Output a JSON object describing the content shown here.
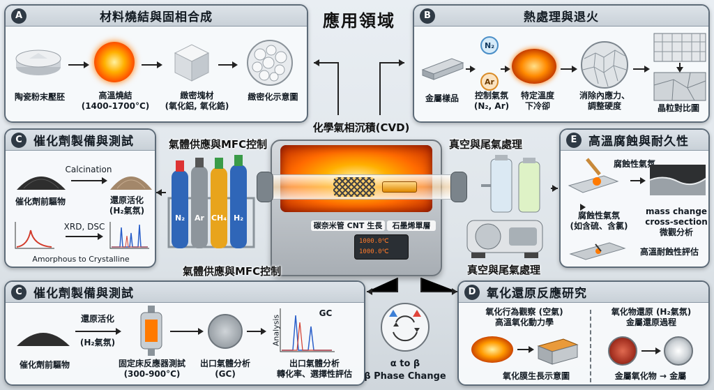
{
  "main_title": "應用領域",
  "cvd_title": "化學氣相沉積(CVD)",
  "center": {
    "gas_supply_top": "氣體供應與MFC控制",
    "gas_supply_bottom": "氣體供應與MFC控制",
    "vacuum_top": "真空與尾氣處理",
    "vacuum_bottom": "真空與尾氣處理",
    "cnt_label": "碳奈米管 CNT 生長",
    "graphene_label": "石墨烯單層",
    "cylinders": [
      "N₂",
      "Ar",
      "CH₄",
      "H₂"
    ],
    "display_1": "1000.0℃",
    "display_2": "1000.0℃"
  },
  "panel_a": {
    "badge": "A",
    "title": "材料燒結與固相合成",
    "steps": [
      {
        "lines": [
          "陶瓷粉末壓胚"
        ]
      },
      {
        "lines": [
          "高溫燒結",
          "(1400-1700°C)"
        ]
      },
      {
        "lines": [
          "緻密塊材",
          "(氧化鋁, 氧化鋯)"
        ]
      },
      {
        "lines": [
          "緻密化示意圖"
        ]
      }
    ]
  },
  "panel_b": {
    "badge": "B",
    "title": "熱處理與退火",
    "gas_n2": "N₂",
    "gas_ar": "Ar",
    "steps": [
      {
        "lines": [
          "金屬樣品"
        ]
      },
      {
        "lines": [
          "控制氣氛",
          "(N₂, Ar)"
        ]
      },
      {
        "lines": [
          "特定溫度",
          "下冷卻"
        ]
      },
      {
        "lines": [
          "消除內應力、",
          "調整硬度"
        ]
      },
      {
        "lines": [
          "晶粒對比圖"
        ]
      }
    ]
  },
  "panel_c1": {
    "badge": "C",
    "title": "催化劑製備與測試",
    "calcination": "Calcination",
    "precursor": "催化劑前驅物",
    "activated": [
      "還原活化",
      "(H₂氣氛)"
    ],
    "xrd": "XRD, DSC",
    "amorphous": "Amorphous to Crystalline"
  },
  "panel_e": {
    "badge": "E",
    "title": "高溫腐蝕與耐久性",
    "corrosive_top": "腐蝕性氣氛",
    "corrosive_mid": [
      "腐蝕性氣氛",
      "(如含硫、含氯)"
    ],
    "mass": [
      "mass change",
      "cross-section",
      "微觀分析"
    ],
    "eval": "高溫耐蝕性評估"
  },
  "panel_c2": {
    "badge": "C",
    "title": "催化劑製備與測試",
    "precursor": "催化劑前驅物",
    "activation": [
      "還原活化",
      "(H₂氣氛)"
    ],
    "fixed_bed": [
      "固定床反應器測試",
      "(300-900°C)"
    ],
    "outlet_gc": [
      "出口氣體分析",
      "(GC)"
    ],
    "outlet_eval": [
      "出口氣體分析",
      "轉化率、選擇性評估"
    ],
    "analysis_axis": "Analysis",
    "gc_label": "GC"
  },
  "phase_change": {
    "alpha_beta": "α to β",
    "label": "β Phase Change"
  },
  "panel_d": {
    "badge": "D",
    "title": "氧化還原反應研究",
    "left_title": [
      "氧化行為觀察 (空氣)",
      "高溫氧化動力學"
    ],
    "left_caption": "氧化膜生長示意圖",
    "right_title": [
      "氧化物還原 (H₂氣氛)",
      "金屬還原過程"
    ],
    "right_caption": "金屬氧化物 → 金屬"
  },
  "colors": {
    "panel_border": "#5d6b78",
    "furnace_hot": "#ff6a00",
    "arrow": "#222222",
    "badge": "#2f3a45"
  }
}
